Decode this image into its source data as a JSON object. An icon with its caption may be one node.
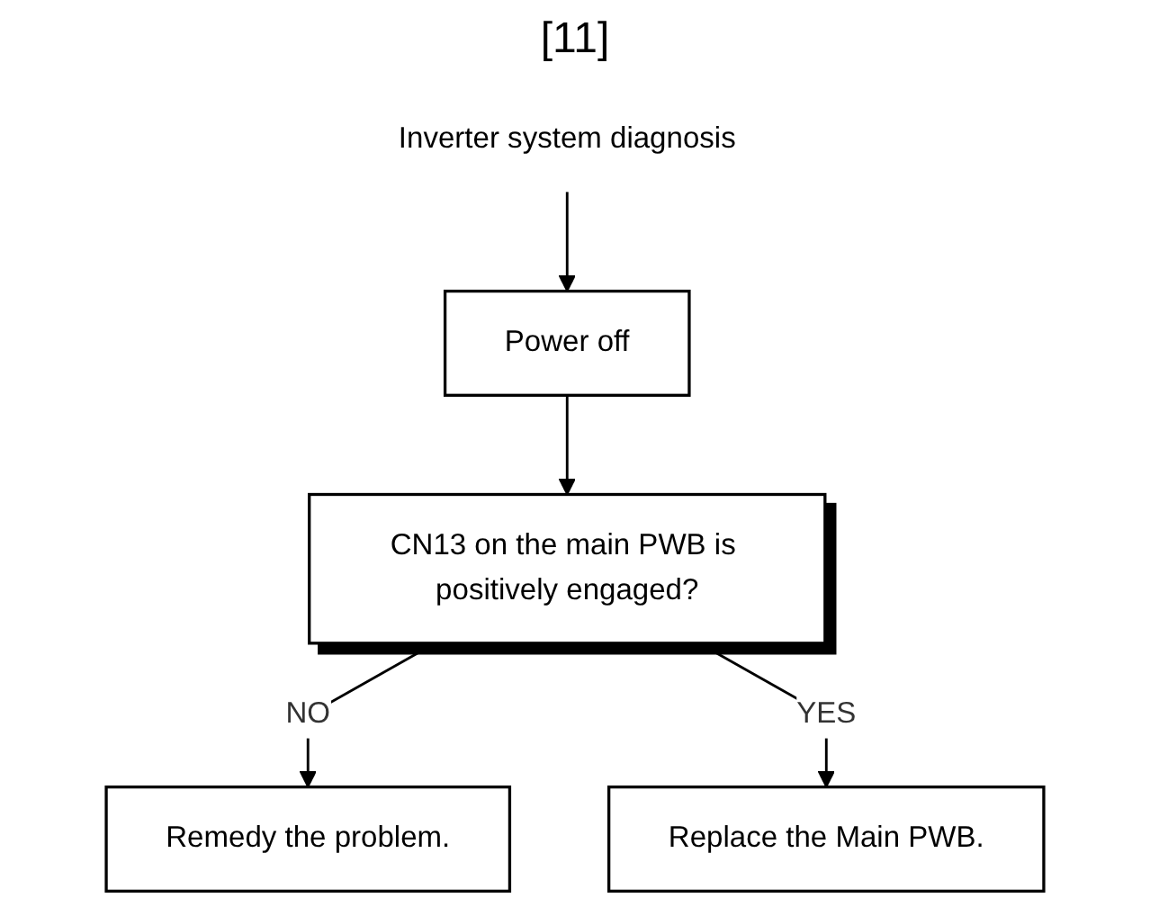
{
  "diagram": {
    "title": "[11]",
    "nodes": [
      {
        "text": [
          "Inverter system diagnosis"
        ]
      },
      {
        "text": [
          "Power off"
        ]
      },
      {
        "text": [
          "CN13 on the main PWB is positively engaged?"
        ]
      },
      {
        "text": [
          "Remedy the problem."
        ]
      },
      {
        "text": [
          "Replace the Main PWB."
        ]
      }
    ],
    "edges": [
      {
        "from": 0,
        "to": 1,
        "arrow": "to"
      },
      {
        "from": 1,
        "to": 2,
        "arrow": "to"
      },
      {
        "from": 2,
        "to": 3,
        "label": "NO",
        "arrow": "to"
      },
      {
        "from": 2,
        "to": 4,
        "label": "YES",
        "arrow": "to"
      }
    ]
  }
}
